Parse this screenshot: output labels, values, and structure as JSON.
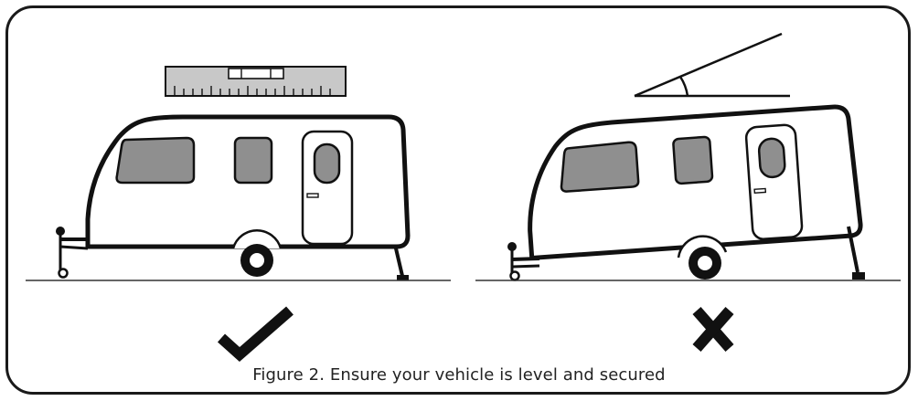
{
  "figure": {
    "caption": "Figure 2. Ensure your vehicle is level and secured"
  },
  "panels": [
    {
      "name": "level-caravan",
      "status": "correct",
      "indicator_icon": "checkmark-icon",
      "instrument": "spirit-level"
    },
    {
      "name": "tilted-caravan",
      "status": "incorrect",
      "indicator_icon": "cross-icon",
      "instrument": "angle-indicator"
    }
  ],
  "colors": {
    "outline": "#111111",
    "window_fill": "#8f8f8f",
    "level_fill": "#c8c8c8",
    "ground": "#333333"
  }
}
